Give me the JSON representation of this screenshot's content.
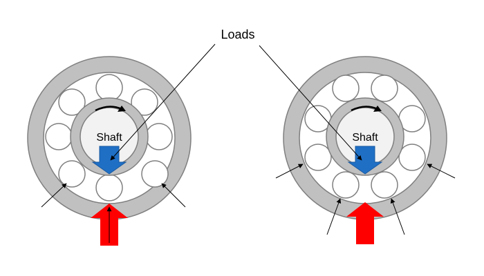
{
  "labels": {
    "loads": "Loads",
    "shaft_left": "Shaft",
    "shaft_right": "Shaft"
  },
  "colors": {
    "outer_ring": "#c0c0c0",
    "ring_stroke": "#7f7f7f",
    "shaft_fill": "#f2f2f2",
    "ball_fill": "#ffffff",
    "down_arrow": "#1f6fc5",
    "up_arrow": "#ff0000",
    "line": "#000000"
  }
}
